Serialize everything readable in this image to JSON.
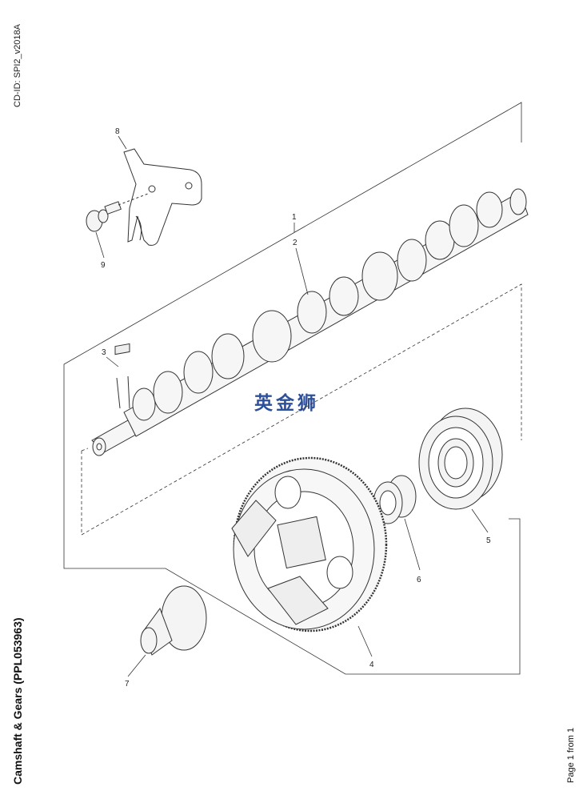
{
  "header": {
    "cd_id": "CD-ID: SPI2_v2018A"
  },
  "title": "Camshaft & Gears (PPL053963)",
  "page_number": "Page 1 from 1",
  "watermark": "英金狮",
  "callouts": [
    "1",
    "2",
    "3",
    "4",
    "5",
    "6",
    "7",
    "8",
    "9"
  ],
  "parts": [
    {
      "callout": "1",
      "icon": "camshaft-assembly-bracket"
    },
    {
      "callout": "2",
      "icon": "camshaft"
    },
    {
      "callout": "3",
      "icon": "key"
    },
    {
      "callout": "4",
      "icon": "camshaft-gear"
    },
    {
      "callout": "5",
      "icon": "bearing"
    },
    {
      "callout": "6",
      "icon": "spacer-ring"
    },
    {
      "callout": "7",
      "icon": "cam-follower"
    },
    {
      "callout": "8",
      "icon": "thrust-plate"
    },
    {
      "callout": "9",
      "icon": "bolt"
    }
  ]
}
